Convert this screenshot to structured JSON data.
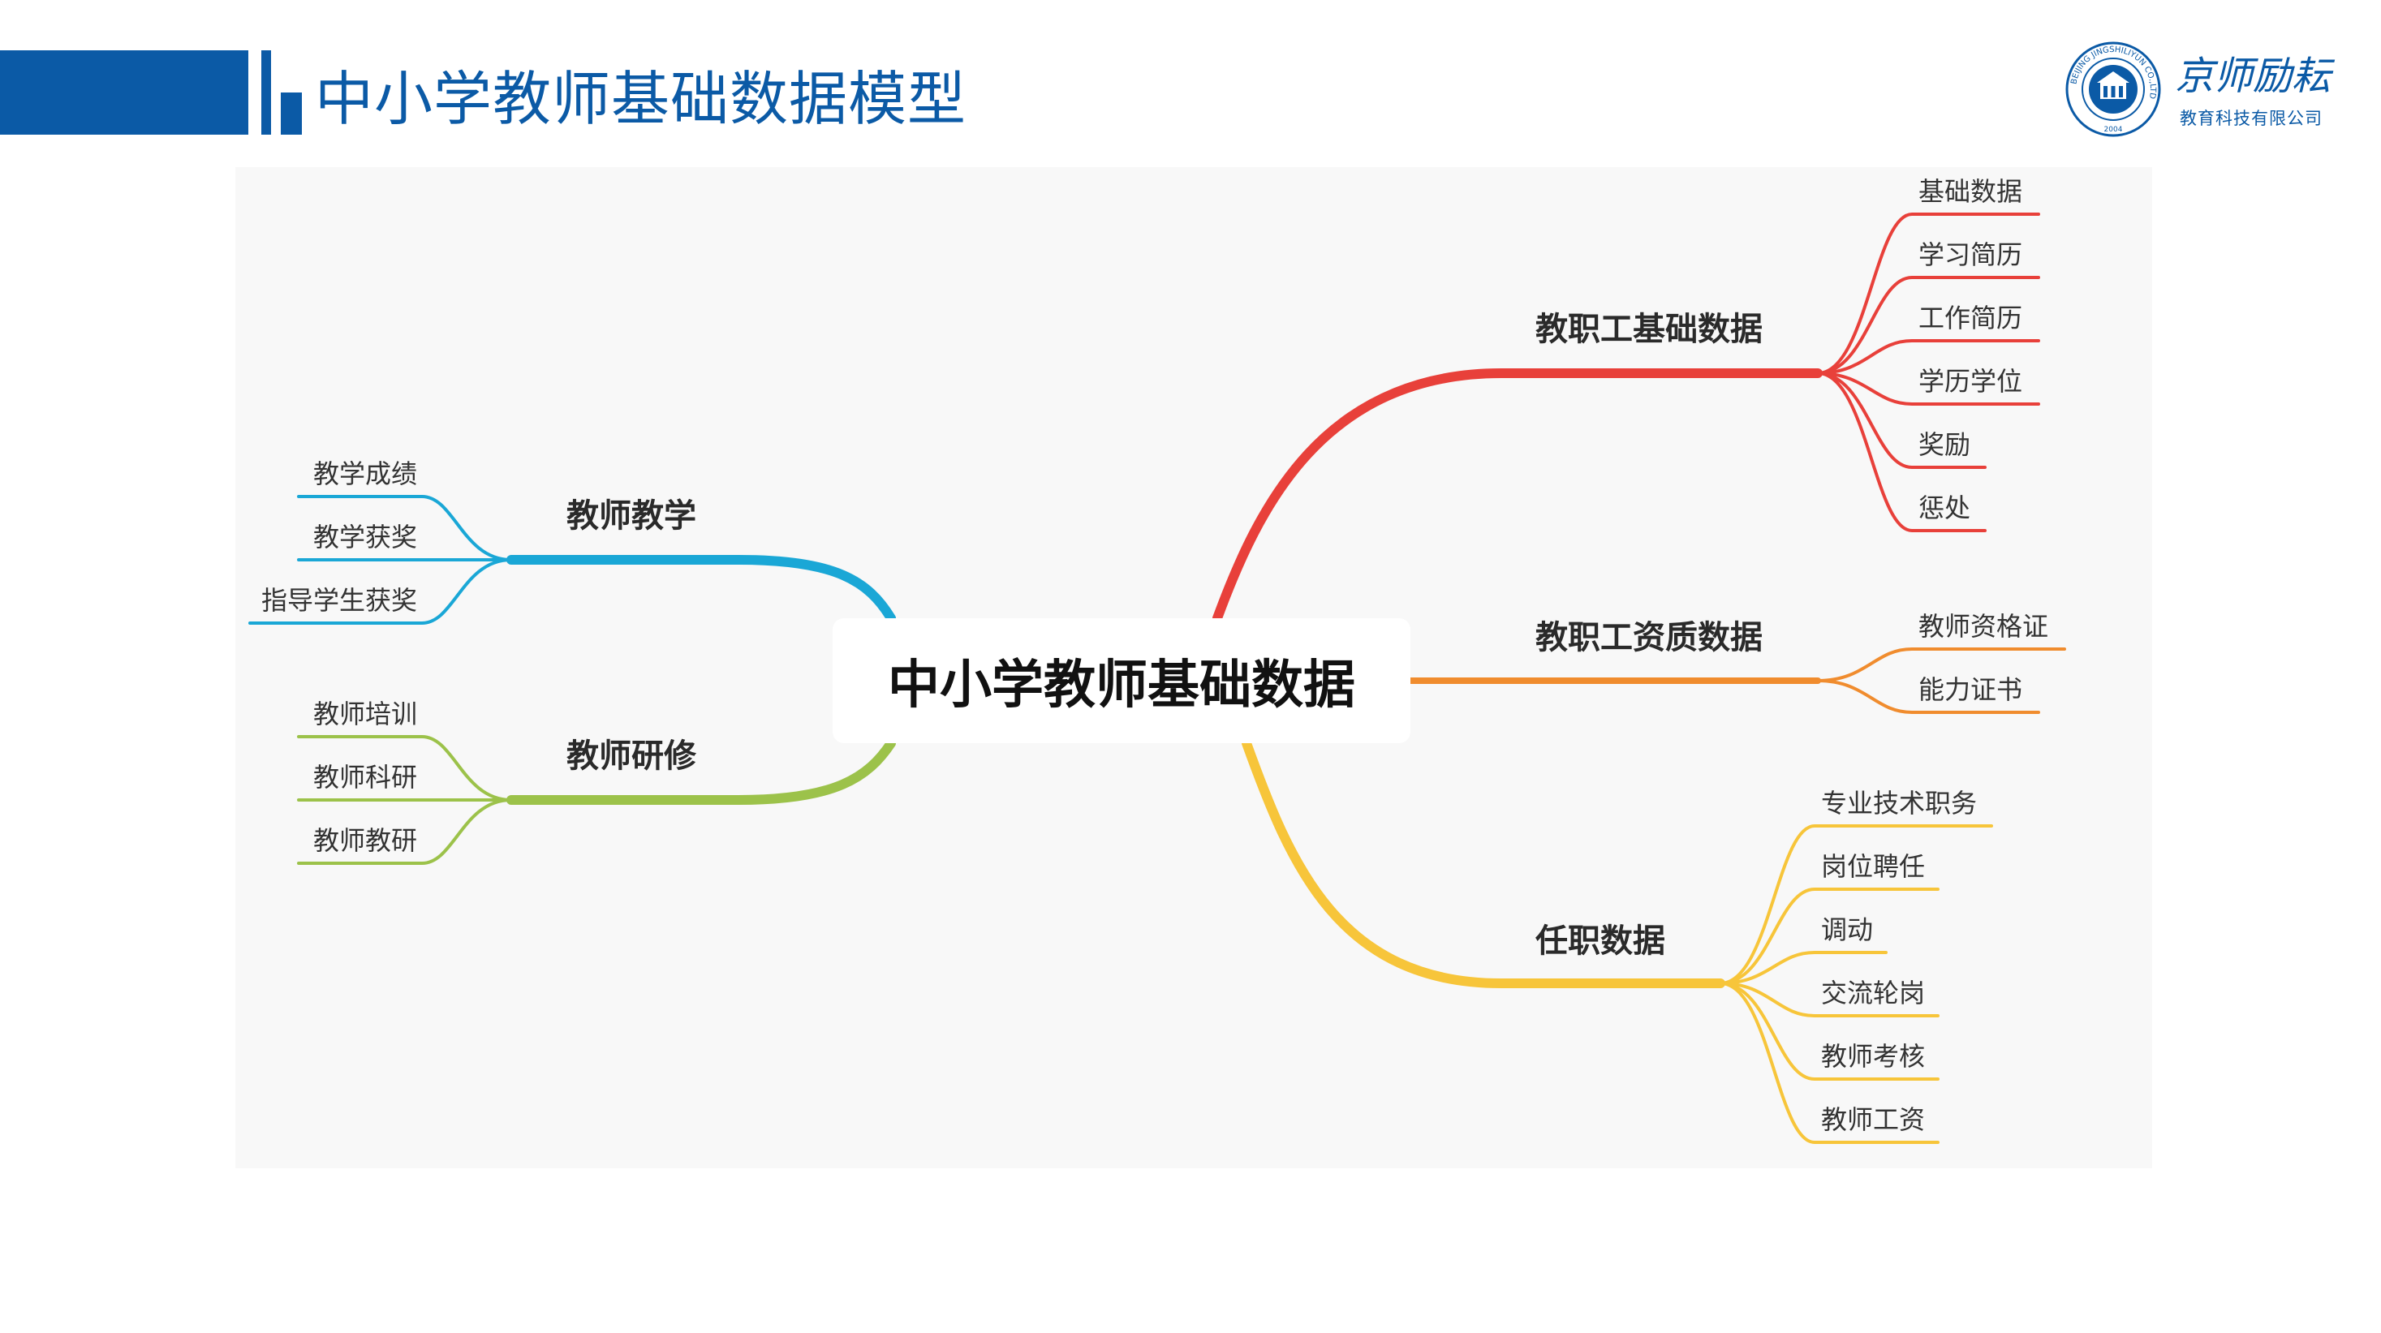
{
  "header": {
    "title": "中小学教师基础数据模型"
  },
  "logo": {
    "script_text": "京师励耘",
    "company": "教育科技有限公司",
    "seal_text": "BEIJING JINGSHILIYUN CO.,LTD",
    "seal_year": "2004"
  },
  "colors": {
    "brand": "#0b5aa6",
    "red": "#e8403a",
    "orange": "#f08c2e",
    "yellow": "#f7c53a",
    "blue": "#1aa7d6",
    "green": "#9cc24a"
  },
  "mindmap": {
    "center": "中小学教师基础数据",
    "branches": [
      {
        "label": "教职工基础数据",
        "color": "red",
        "children": [
          "基础数据",
          "学习简历",
          "工作简历",
          "学历学位",
          "奖励",
          "惩处"
        ]
      },
      {
        "label": "教职工资质数据",
        "color": "orange",
        "children": [
          "教师资格证",
          "能力证书"
        ]
      },
      {
        "label": "任职数据",
        "color": "yellow",
        "children": [
          "专业技术职务",
          "岗位聘任",
          "调动",
          "交流轮岗",
          "教师考核",
          "教师工资"
        ]
      },
      {
        "label": "教师教学",
        "color": "blue",
        "children": [
          "教学成绩",
          "教学获奖",
          "指导学生获奖"
        ]
      },
      {
        "label": "教师研修",
        "color": "green",
        "children": [
          "教师培训",
          "教师科研",
          "教师教研"
        ]
      }
    ]
  }
}
